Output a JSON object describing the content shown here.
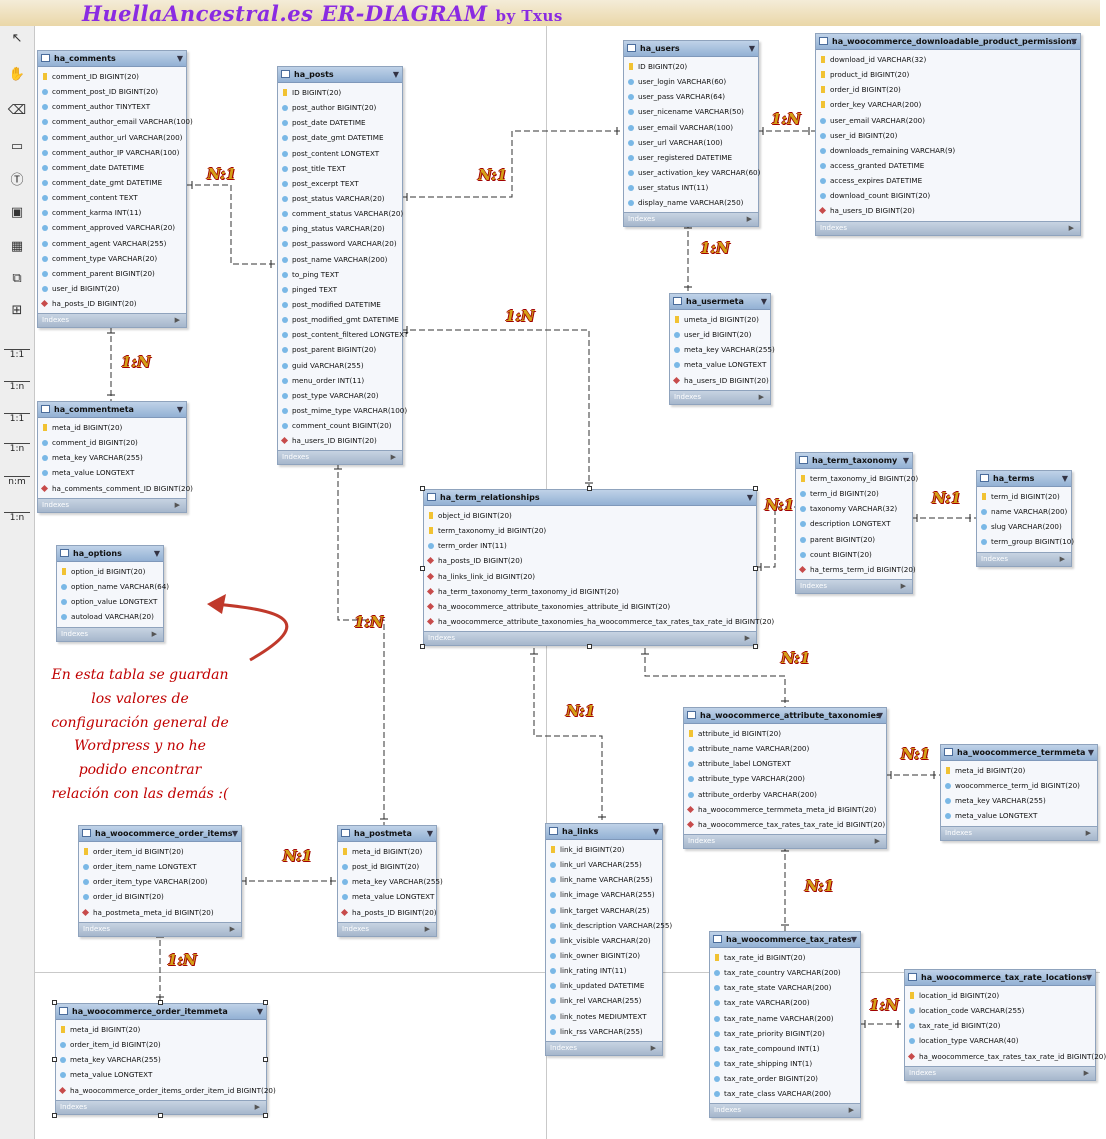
{
  "title": {
    "main": "HuellaAncestral.es ER-DIAGRAM",
    "by": "by Txus"
  },
  "toolbar": {
    "tools": [
      "pointer-icon",
      "hand-icon",
      "eraser-icon",
      "layer-icon",
      "text-icon",
      "image-icon",
      "table-icon",
      "view-icon",
      "routine-icon"
    ],
    "relations": [
      "1:1",
      "1:n",
      "1:1",
      "1:n",
      "n:m",
      "1:n"
    ]
  },
  "indexes_label": "Indexes",
  "note": [
    "En esta tabla se guardan",
    "los valores de",
    "configuración general de",
    "Wordpress y no he",
    "podido encontrar",
    "relación con las demás :("
  ],
  "tables": [
    {
      "id": "ha_comments",
      "name": "ha_comments",
      "cols": [
        {
          "t": "pk",
          "n": "comment_ID BIGINT(20)"
        },
        {
          "t": "",
          "n": "comment_post_ID BIGINT(20)"
        },
        {
          "t": "",
          "n": "comment_author TINYTEXT"
        },
        {
          "t": "",
          "n": "comment_author_email VARCHAR(100)"
        },
        {
          "t": "",
          "n": "comment_author_url VARCHAR(200)"
        },
        {
          "t": "",
          "n": "comment_author_IP VARCHAR(100)"
        },
        {
          "t": "",
          "n": "comment_date DATETIME"
        },
        {
          "t": "",
          "n": "comment_date_gmt DATETIME"
        },
        {
          "t": "",
          "n": "comment_content TEXT"
        },
        {
          "t": "",
          "n": "comment_karma INT(11)"
        },
        {
          "t": "",
          "n": "comment_approved VARCHAR(20)"
        },
        {
          "t": "",
          "n": "comment_agent VARCHAR(255)"
        },
        {
          "t": "",
          "n": "comment_type VARCHAR(20)"
        },
        {
          "t": "",
          "n": "comment_parent BIGINT(20)"
        },
        {
          "t": "",
          "n": "user_id BIGINT(20)"
        },
        {
          "t": "fk",
          "n": "ha_posts_ID BIGINT(20)"
        }
      ]
    },
    {
      "id": "ha_commentmeta",
      "name": "ha_commentmeta",
      "cols": [
        {
          "t": "pk",
          "n": "meta_id BIGINT(20)"
        },
        {
          "t": "",
          "n": "comment_id BIGINT(20)"
        },
        {
          "t": "",
          "n": "meta_key VARCHAR(255)"
        },
        {
          "t": "",
          "n": "meta_value LONGTEXT"
        },
        {
          "t": "fk",
          "n": "ha_comments_comment_ID BIGINT(20)"
        }
      ]
    },
    {
      "id": "ha_posts",
      "name": "ha_posts",
      "cols": [
        {
          "t": "pk",
          "n": "ID BIGINT(20)"
        },
        {
          "t": "",
          "n": "post_author BIGINT(20)"
        },
        {
          "t": "",
          "n": "post_date DATETIME"
        },
        {
          "t": "",
          "n": "post_date_gmt DATETIME"
        },
        {
          "t": "",
          "n": "post_content LONGTEXT"
        },
        {
          "t": "",
          "n": "post_title TEXT"
        },
        {
          "t": "",
          "n": "post_excerpt TEXT"
        },
        {
          "t": "",
          "n": "post_status VARCHAR(20)"
        },
        {
          "t": "",
          "n": "comment_status VARCHAR(20)"
        },
        {
          "t": "",
          "n": "ping_status VARCHAR(20)"
        },
        {
          "t": "",
          "n": "post_password VARCHAR(20)"
        },
        {
          "t": "",
          "n": "post_name VARCHAR(200)"
        },
        {
          "t": "",
          "n": "to_ping TEXT"
        },
        {
          "t": "",
          "n": "pinged TEXT"
        },
        {
          "t": "",
          "n": "post_modified DATETIME"
        },
        {
          "t": "",
          "n": "post_modified_gmt DATETIME"
        },
        {
          "t": "",
          "n": "post_content_filtered LONGTEXT"
        },
        {
          "t": "",
          "n": "post_parent BIGINT(20)"
        },
        {
          "t": "",
          "n": "guid VARCHAR(255)"
        },
        {
          "t": "",
          "n": "menu_order INT(11)"
        },
        {
          "t": "",
          "n": "post_type VARCHAR(20)"
        },
        {
          "t": "",
          "n": "post_mime_type VARCHAR(100)"
        },
        {
          "t": "",
          "n": "comment_count BIGINT(20)"
        },
        {
          "t": "fk",
          "n": "ha_users_ID BIGINT(20)"
        }
      ]
    },
    {
      "id": "ha_users",
      "name": "ha_users",
      "cols": [
        {
          "t": "pk",
          "n": "ID BIGINT(20)"
        },
        {
          "t": "",
          "n": "user_login VARCHAR(60)"
        },
        {
          "t": "",
          "n": "user_pass VARCHAR(64)"
        },
        {
          "t": "",
          "n": "user_nicename VARCHAR(50)"
        },
        {
          "t": "",
          "n": "user_email VARCHAR(100)"
        },
        {
          "t": "",
          "n": "user_url VARCHAR(100)"
        },
        {
          "t": "",
          "n": "user_registered DATETIME"
        },
        {
          "t": "",
          "n": "user_activation_key VARCHAR(60)"
        },
        {
          "t": "",
          "n": "user_status INT(11)"
        },
        {
          "t": "",
          "n": "display_name VARCHAR(250)"
        }
      ]
    },
    {
      "id": "ha_usermeta",
      "name": "ha_usermeta",
      "cols": [
        {
          "t": "pk",
          "n": "umeta_id BIGINT(20)"
        },
        {
          "t": "",
          "n": "user_id BIGINT(20)"
        },
        {
          "t": "",
          "n": "meta_key VARCHAR(255)"
        },
        {
          "t": "",
          "n": "meta_value LONGTEXT"
        },
        {
          "t": "fk",
          "n": "ha_users_ID BIGINT(20)"
        }
      ]
    },
    {
      "id": "ha_dpp",
      "name": "ha_woocommerce_downloadable_product_permissions",
      "cols": [
        {
          "t": "pk",
          "n": "download_id VARCHAR(32)"
        },
        {
          "t": "pk",
          "n": "product_id BIGINT(20)"
        },
        {
          "t": "pk",
          "n": "order_id BIGINT(20)"
        },
        {
          "t": "pk",
          "n": "order_key VARCHAR(200)"
        },
        {
          "t": "",
          "n": "user_email VARCHAR(200)"
        },
        {
          "t": "",
          "n": "user_id BIGINT(20)"
        },
        {
          "t": "",
          "n": "downloads_remaining VARCHAR(9)"
        },
        {
          "t": "",
          "n": "access_granted DATETIME"
        },
        {
          "t": "",
          "n": "access_expires DATETIME"
        },
        {
          "t": "",
          "n": "download_count BIGINT(20)"
        },
        {
          "t": "fk",
          "n": "ha_users_ID BIGINT(20)"
        }
      ]
    },
    {
      "id": "ha_options",
      "name": "ha_options",
      "cols": [
        {
          "t": "pk",
          "n": "option_id BIGINT(20)"
        },
        {
          "t": "",
          "n": "option_name VARCHAR(64)"
        },
        {
          "t": "",
          "n": "option_value LONGTEXT"
        },
        {
          "t": "",
          "n": "autoload VARCHAR(20)"
        }
      ]
    },
    {
      "id": "ha_term_relationships",
      "name": "ha_term_relationships",
      "cols": [
        {
          "t": "pk",
          "n": "object_id BIGINT(20)"
        },
        {
          "t": "pk",
          "n": "term_taxonomy_id BIGINT(20)"
        },
        {
          "t": "",
          "n": "term_order INT(11)"
        },
        {
          "t": "fk",
          "n": "ha_posts_ID BIGINT(20)"
        },
        {
          "t": "fk",
          "n": "ha_links_link_id BIGINT(20)"
        },
        {
          "t": "fk",
          "n": "ha_term_taxonomy_term_taxonomy_id BIGINT(20)"
        },
        {
          "t": "fk",
          "n": "ha_woocommerce_attribute_taxonomies_attribute_id BIGINT(20)"
        },
        {
          "t": "fk",
          "n": "ha_woocommerce_attribute_taxonomies_ha_woocommerce_tax_rates_tax_rate_id BIGINT(20)"
        }
      ]
    },
    {
      "id": "ha_term_taxonomy",
      "name": "ha_term_taxonomy",
      "cols": [
        {
          "t": "pk",
          "n": "term_taxonomy_id BIGINT(20)"
        },
        {
          "t": "",
          "n": "term_id BIGINT(20)"
        },
        {
          "t": "",
          "n": "taxonomy VARCHAR(32)"
        },
        {
          "t": "",
          "n": "description LONGTEXT"
        },
        {
          "t": "",
          "n": "parent BIGINT(20)"
        },
        {
          "t": "",
          "n": "count BIGINT(20)"
        },
        {
          "t": "fk",
          "n": "ha_terms_term_id BIGINT(20)"
        }
      ]
    },
    {
      "id": "ha_terms",
      "name": "ha_terms",
      "cols": [
        {
          "t": "pk",
          "n": "term_id BIGINT(20)"
        },
        {
          "t": "",
          "n": "name VARCHAR(200)"
        },
        {
          "t": "",
          "n": "slug VARCHAR(200)"
        },
        {
          "t": "",
          "n": "term_group BIGINT(10)"
        }
      ]
    },
    {
      "id": "ha_wat",
      "name": "ha_woocommerce_attribute_taxonomies",
      "cols": [
        {
          "t": "pk",
          "n": "attribute_id BIGINT(20)"
        },
        {
          "t": "",
          "n": "attribute_name VARCHAR(200)"
        },
        {
          "t": "",
          "n": "attribute_label LONGTEXT"
        },
        {
          "t": "",
          "n": "attribute_type VARCHAR(200)"
        },
        {
          "t": "",
          "n": "attribute_orderby VARCHAR(200)"
        },
        {
          "t": "fk",
          "n": "ha_woocommerce_termmeta_meta_id BIGINT(20)"
        },
        {
          "t": "fk",
          "n": "ha_woocommerce_tax_rates_tax_rate_id BIGINT(20)"
        }
      ]
    },
    {
      "id": "ha_wtm",
      "name": "ha_woocommerce_termmeta",
      "cols": [
        {
          "t": "pk",
          "n": "meta_id BIGINT(20)"
        },
        {
          "t": "",
          "n": "woocommerce_term_id BIGINT(20)"
        },
        {
          "t": "",
          "n": "meta_key VARCHAR(255)"
        },
        {
          "t": "",
          "n": "meta_value LONGTEXT"
        }
      ]
    },
    {
      "id": "ha_woi",
      "name": "ha_woocommerce_order_items",
      "cols": [
        {
          "t": "pk",
          "n": "order_item_id BIGINT(20)"
        },
        {
          "t": "",
          "n": "order_item_name LONGTEXT"
        },
        {
          "t": "",
          "n": "order_item_type VARCHAR(200)"
        },
        {
          "t": "",
          "n": "order_id BIGINT(20)"
        },
        {
          "t": "fk",
          "n": "ha_postmeta_meta_id BIGINT(20)"
        }
      ]
    },
    {
      "id": "ha_postmeta",
      "name": "ha_postmeta",
      "cols": [
        {
          "t": "pk",
          "n": "meta_id BIGINT(20)"
        },
        {
          "t": "",
          "n": "post_id BIGINT(20)"
        },
        {
          "t": "",
          "n": "meta_key VARCHAR(255)"
        },
        {
          "t": "",
          "n": "meta_value LONGTEXT"
        },
        {
          "t": "fk",
          "n": "ha_posts_ID BIGINT(20)"
        }
      ]
    },
    {
      "id": "ha_links",
      "name": "ha_links",
      "cols": [
        {
          "t": "pk",
          "n": "link_id BIGINT(20)"
        },
        {
          "t": "",
          "n": "link_url VARCHAR(255)"
        },
        {
          "t": "",
          "n": "link_name VARCHAR(255)"
        },
        {
          "t": "",
          "n": "link_image VARCHAR(255)"
        },
        {
          "t": "",
          "n": "link_target VARCHAR(25)"
        },
        {
          "t": "",
          "n": "link_description VARCHAR(255)"
        },
        {
          "t": "",
          "n": "link_visible VARCHAR(20)"
        },
        {
          "t": "",
          "n": "link_owner BIGINT(20)"
        },
        {
          "t": "",
          "n": "link_rating INT(11)"
        },
        {
          "t": "",
          "n": "link_updated DATETIME"
        },
        {
          "t": "",
          "n": "link_rel VARCHAR(255)"
        },
        {
          "t": "",
          "n": "link_notes MEDIUMTEXT"
        },
        {
          "t": "",
          "n": "link_rss VARCHAR(255)"
        }
      ]
    },
    {
      "id": "ha_woim",
      "name": "ha_woocommerce_order_itemmeta",
      "cols": [
        {
          "t": "pk",
          "n": "meta_id BIGINT(20)"
        },
        {
          "t": "",
          "n": "order_item_id BIGINT(20)"
        },
        {
          "t": "",
          "n": "meta_key VARCHAR(255)"
        },
        {
          "t": "",
          "n": "meta_value LONGTEXT"
        },
        {
          "t": "fk",
          "n": "ha_woocommerce_order_items_order_item_id BIGINT(20)"
        }
      ]
    },
    {
      "id": "ha_wtr",
      "name": "ha_woocommerce_tax_rates",
      "cols": [
        {
          "t": "pk",
          "n": "tax_rate_id BIGINT(20)"
        },
        {
          "t": "",
          "n": "tax_rate_country VARCHAR(200)"
        },
        {
          "t": "",
          "n": "tax_rate_state VARCHAR(200)"
        },
        {
          "t": "",
          "n": "tax_rate VARCHAR(200)"
        },
        {
          "t": "",
          "n": "tax_rate_name VARCHAR(200)"
        },
        {
          "t": "",
          "n": "tax_rate_priority BIGINT(20)"
        },
        {
          "t": "",
          "n": "tax_rate_compound INT(1)"
        },
        {
          "t": "",
          "n": "tax_rate_shipping INT(1)"
        },
        {
          "t": "",
          "n": "tax_rate_order BIGINT(20)"
        },
        {
          "t": "",
          "n": "tax_rate_class VARCHAR(200)"
        }
      ]
    },
    {
      "id": "ha_wtrl",
      "name": "ha_woocommerce_tax_rate_locations",
      "cols": [
        {
          "t": "pk",
          "n": "location_id BIGINT(20)"
        },
        {
          "t": "",
          "n": "location_code VARCHAR(255)"
        },
        {
          "t": "",
          "n": "tax_rate_id BIGINT(20)"
        },
        {
          "t": "",
          "n": "location_type VARCHAR(40)"
        },
        {
          "t": "fk",
          "n": "ha_woocommerce_tax_rates_tax_rate_id BIGINT(20)"
        }
      ]
    }
  ],
  "relationships": [
    {
      "id": "comments-posts",
      "label": "N:1"
    },
    {
      "id": "posts-users",
      "label": "N:1"
    },
    {
      "id": "users-dpp",
      "label": "1:N"
    },
    {
      "id": "comments-commentmeta",
      "label": "1:N"
    },
    {
      "id": "users-usermeta",
      "label": "1:N"
    },
    {
      "id": "posts-term_relationships",
      "label": "1:N"
    },
    {
      "id": "termrel-termtaxonomy",
      "label": "N:1"
    },
    {
      "id": "termtaxonomy-terms",
      "label": "N:1"
    },
    {
      "id": "posts-postmeta",
      "label": "1:N"
    },
    {
      "id": "termrel-wat",
      "label": "N:1"
    },
    {
      "id": "termrel-links",
      "label": "N:1"
    },
    {
      "id": "wat-wtm",
      "label": "N:1"
    },
    {
      "id": "woi-postmeta",
      "label": "N:1"
    },
    {
      "id": "wat-wtr",
      "label": "N:1"
    },
    {
      "id": "woi-woim",
      "label": "1:N"
    },
    {
      "id": "wtr-wtrl",
      "label": "1:N"
    }
  ]
}
